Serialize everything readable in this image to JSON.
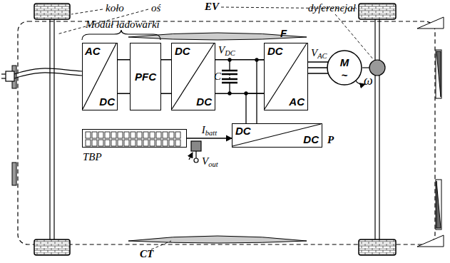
{
  "diagram": {
    "nodes": [
      {
        "text": [
          "AC",
          "DC"
        ]
      },
      {
        "text": [
          "PFC"
        ]
      },
      {
        "text": [
          "DC",
          "DC"
        ]
      },
      {
        "text": [
          "F",
          "DC",
          "AC"
        ]
      },
      {
        "text": [
          "M",
          "~"
        ]
      },
      {
        "text": [
          "TBP"
        ]
      },
      {
        "text": [
          "DC",
          "DC",
          "P"
        ]
      }
    ],
    "edges": [
      {
        "from": 0,
        "to": 1,
        "arrow": "none"
      },
      {
        "from": 1,
        "to": 2,
        "arrow": "none"
      },
      {
        "from": 2,
        "to": 3,
        "arrow": "none"
      },
      {
        "from": 3,
        "to": 4,
        "arrow": "none"
      },
      {
        "from": 5,
        "to": 6,
        "label": "Ibatt",
        "arrow": "to"
      },
      {
        "from": 6,
        "to": 3,
        "arrow": "none"
      }
    ],
    "labels": [
      "koło",
      "oś",
      "EV",
      "dyferencjał",
      "Moduł ładowarki",
      "VDC",
      "C",
      "VAC",
      "ω",
      "Vout",
      "CT"
    ]
  }
}
